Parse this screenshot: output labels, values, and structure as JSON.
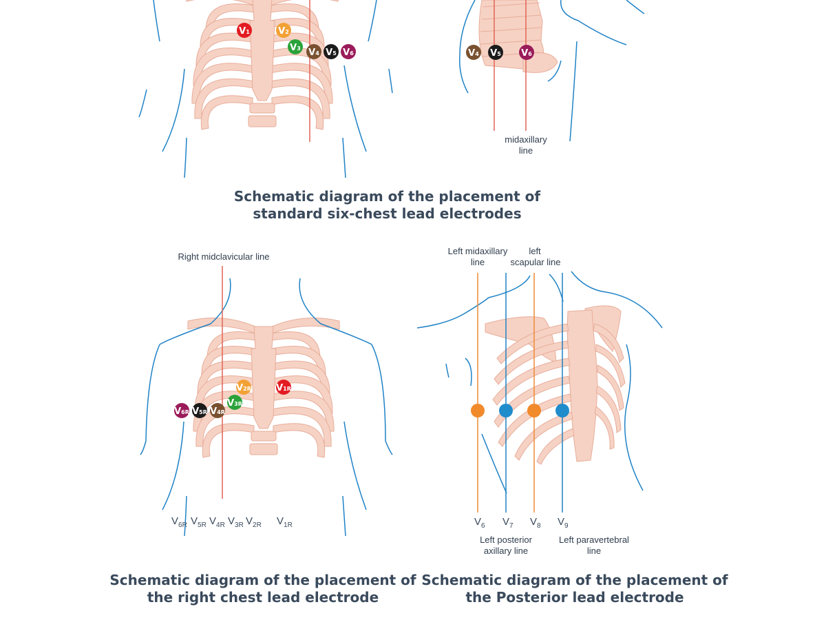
{
  "colors": {
    "bone": "#f6d2c4",
    "bone_stroke": "#e7ad9a",
    "skin": "#1e82c6",
    "line_red": "#e06457",
    "line_orange": "#ef8a35",
    "line_blue": "#1f82c4",
    "v1": "#e31b23",
    "v2": "#f2a135",
    "v3": "#2aa23a",
    "v4": "#7a5130",
    "v5": "#1b1b1b",
    "v6": "#9a1b5a",
    "post_orange": "#f18a2b",
    "post_blue": "#1f8ccb"
  },
  "panel1": {
    "caption_line1": "Schematic diagram of the placement of",
    "caption_line2": "standard six-chest lead electrodes",
    "electrodes": [
      {
        "main": "V",
        "sub": "1"
      },
      {
        "main": "V",
        "sub": "2"
      },
      {
        "main": "V",
        "sub": "3"
      },
      {
        "main": "V",
        "sub": "4"
      },
      {
        "main": "V",
        "sub": "5"
      },
      {
        "main": "V",
        "sub": "6"
      }
    ]
  },
  "panel2": {
    "midaxillary_line1": "midaxillary",
    "midaxillary_line2": "line",
    "electrodes": [
      {
        "main": "V",
        "sub": "4"
      },
      {
        "main": "V",
        "sub": "5"
      },
      {
        "main": "V",
        "sub": "6"
      }
    ]
  },
  "panel3": {
    "line_label": "Right midclavicular line",
    "caption_line1": "Schematic diagram of the placement of",
    "caption_line2": "the right chest lead electrode",
    "electrodes": [
      {
        "main": "V",
        "sub": "6R"
      },
      {
        "main": "V",
        "sub": "5R"
      },
      {
        "main": "V",
        "sub": "4R"
      },
      {
        "main": "V",
        "sub": "3R"
      },
      {
        "main": "V",
        "sub": "2R"
      },
      {
        "main": "V",
        "sub": "1R"
      }
    ],
    "bottom_labels": [
      {
        "main": "V",
        "sub": "6R"
      },
      {
        "main": "V",
        "sub": "5R"
      },
      {
        "main": "V",
        "sub": "4R"
      },
      {
        "main": "V",
        "sub": "3R"
      },
      {
        "main": "V",
        "sub": "2R"
      },
      {
        "main": "V",
        "sub": "1R"
      }
    ]
  },
  "panel4": {
    "left_midaxillary_line1": "Left midaxillary",
    "left_midaxillary_line2": "line",
    "left_scapular_line1": "left",
    "left_scapular_line2": "scapular line",
    "left_posterior_line1": "Left posterior",
    "left_posterior_line2": "axillary line",
    "left_paravertebral_line1": "Left paravertebral",
    "left_paravertebral_line2": "line",
    "caption_line1": "Schematic diagram of the placement of",
    "caption_line2": "the Posterior lead electrode",
    "bottom_labels": [
      {
        "main": "V",
        "sub": "6"
      },
      {
        "main": "V",
        "sub": "7"
      },
      {
        "main": "V",
        "sub": "8"
      },
      {
        "main": "V",
        "sub": "9"
      }
    ]
  }
}
